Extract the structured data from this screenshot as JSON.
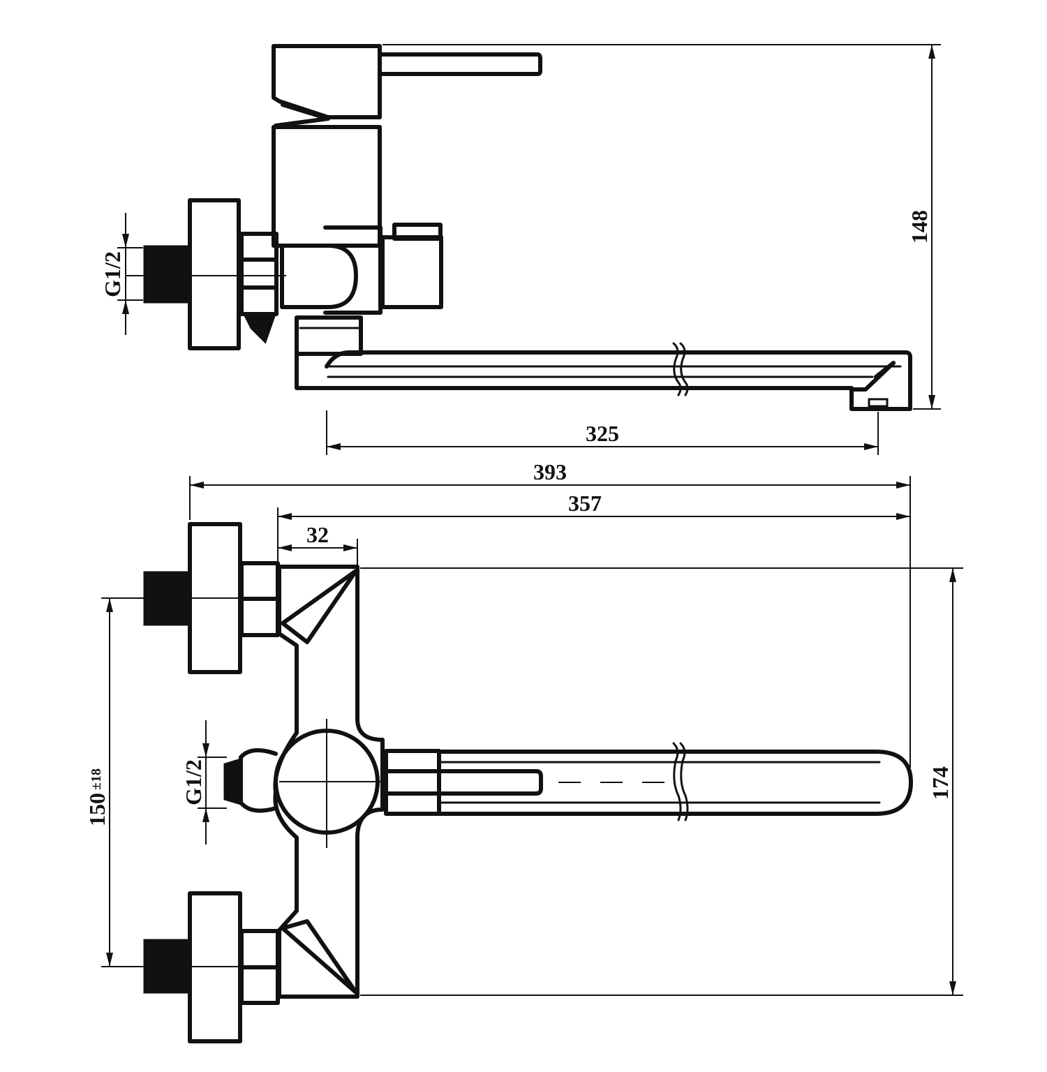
{
  "dimensions": {
    "side_height": "148",
    "spout_reach": "325",
    "overall_length": "393",
    "spout_length": "357",
    "inlet_offset": "32",
    "center_distance": "150",
    "center_tolerance": "±18",
    "top_height": "174"
  },
  "threads": {
    "side_inlet": "G1/2",
    "top_outlet": "G1/2"
  },
  "colors": {
    "line": "#111111",
    "background": "#ffffff"
  }
}
